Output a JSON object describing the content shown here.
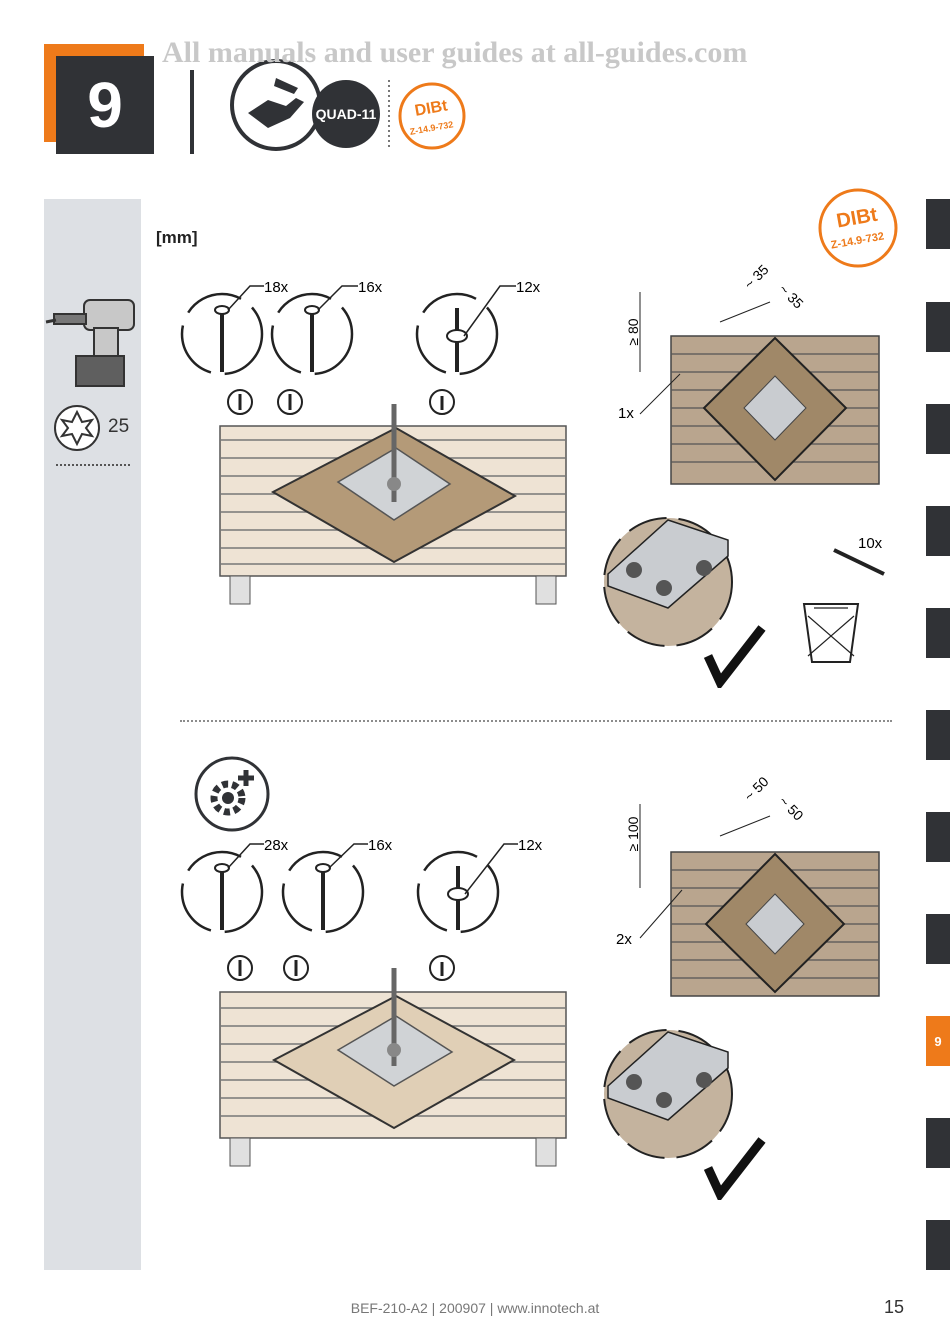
{
  "header": {
    "watermark": "All manuals and user guides at all-guides.com",
    "step_number": "9",
    "quad_badge": "QUAD-11",
    "dibt_title": "DIBt",
    "dibt_code": "Z-14.9-732"
  },
  "sidebar": {
    "torx_size": "25"
  },
  "units_label": "[mm]",
  "section1": {
    "screws": [
      "18x",
      "16x",
      "12x"
    ],
    "plan_dims": {
      "spacing": "≥ 80",
      "diag_a": "~ 35",
      "diag_b": "~ 35",
      "count": "1x"
    },
    "discard_count": "10x"
  },
  "section2": {
    "screws": [
      "28x",
      "16x",
      "12x"
    ],
    "plan_dims": {
      "spacing": "≥ 100",
      "diag_a": "~ 50",
      "diag_b": "~ 50",
      "count": "2x"
    }
  },
  "side_tabs": {
    "active_label": "9"
  },
  "footer": {
    "doc_info": "BEF-210-A2 | 200907 | www.innotech.at",
    "page_number": "15"
  },
  "colors": {
    "accent": "#ee7a1a",
    "dark": "#303236",
    "wood": "#b9a58e",
    "plate": "#a08868",
    "metal": "#c9ccd0"
  }
}
